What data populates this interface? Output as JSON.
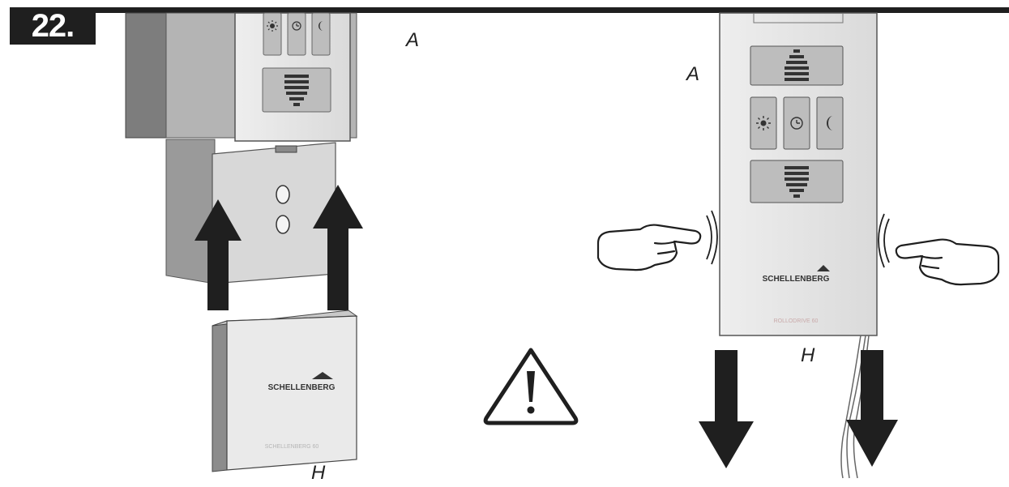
{
  "step": {
    "number": "22."
  },
  "labels": {
    "left_device": "A",
    "left_cover": "H",
    "right_device": "A",
    "right_cover": "H"
  },
  "brand": {
    "logo_text": "SCHELLENBERG",
    "cover_print": "SCHELLENBERG 60",
    "device_print": "ROLLODRIVE 60"
  },
  "icons": {
    "button_symbols": [
      "sun-icon",
      "clock-icon",
      "moon-icon"
    ],
    "direction_left_panel": "up-arrow",
    "direction_right_panel": "down-arrow",
    "warning": "warning-triangle-icon",
    "hands": "pressing-hand-icon"
  },
  "colors": {
    "ink": "#1f1f1f",
    "device_front": "#e6e6e6",
    "device_side": "#a9a9a9",
    "button_face": "#bdbdbd"
  }
}
